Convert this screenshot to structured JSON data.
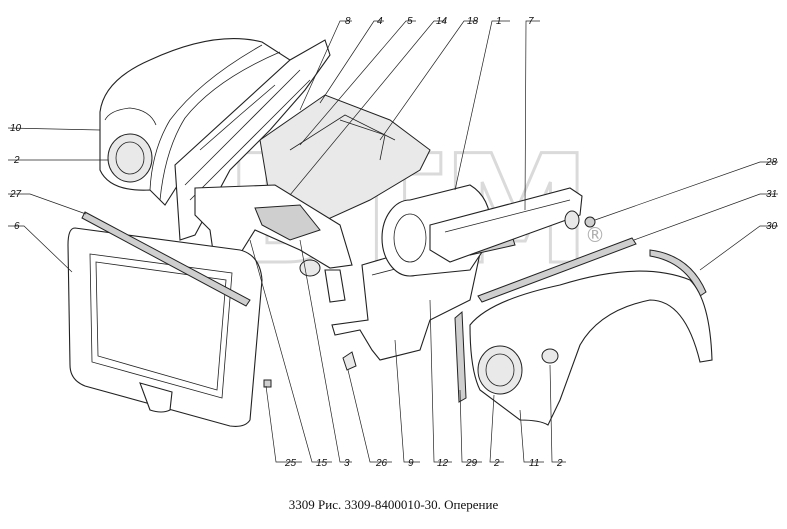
{
  "caption": "3309 Рис. 3309-8400010-30. Оперение",
  "watermark": "BTM",
  "watermark_mark": "®",
  "callouts": [
    {
      "id": "c8",
      "label": "8"
    },
    {
      "id": "c4",
      "label": "4"
    },
    {
      "id": "c5",
      "label": "5"
    },
    {
      "id": "c14",
      "label": "14"
    },
    {
      "id": "c18",
      "label": "18"
    },
    {
      "id": "c1",
      "label": "1"
    },
    {
      "id": "c7",
      "label": "7"
    },
    {
      "id": "c10",
      "label": "10"
    },
    {
      "id": "c2a",
      "label": "2"
    },
    {
      "id": "c27",
      "label": "27"
    },
    {
      "id": "c6",
      "label": "6"
    },
    {
      "id": "c28",
      "label": "28"
    },
    {
      "id": "c31",
      "label": "31"
    },
    {
      "id": "c30",
      "label": "30"
    },
    {
      "id": "c25",
      "label": "25"
    },
    {
      "id": "c15",
      "label": "15"
    },
    {
      "id": "c3",
      "label": "3"
    },
    {
      "id": "c26",
      "label": "26"
    },
    {
      "id": "c9",
      "label": "9"
    },
    {
      "id": "c12",
      "label": "12"
    },
    {
      "id": "c29",
      "label": "29"
    },
    {
      "id": "c2b",
      "label": "2"
    },
    {
      "id": "c11",
      "label": "11"
    },
    {
      "id": "c2c",
      "label": "2"
    }
  ]
}
